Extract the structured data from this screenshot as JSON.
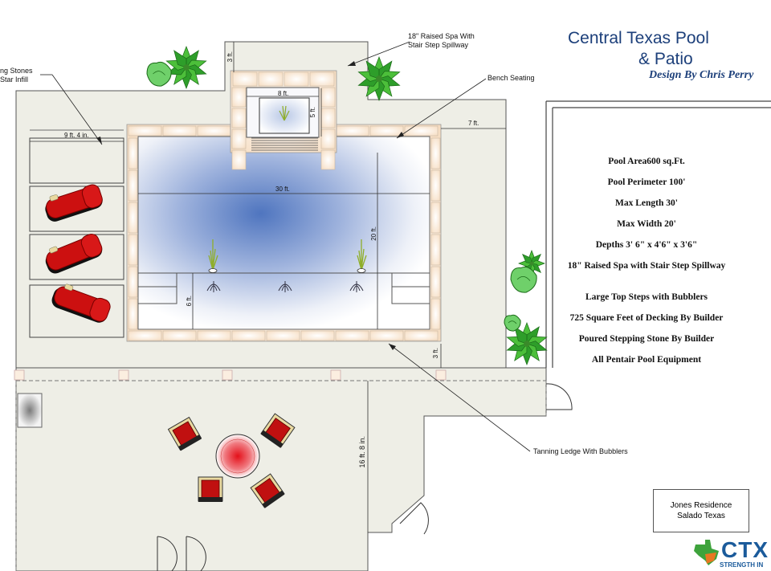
{
  "header": {
    "title_line1": "Central Texas Pool",
    "title_line2": "& Patio",
    "credit": "Design By Chris Perry"
  },
  "callouts": {
    "raised_spa": "18\" Raised Spa With\nStair Step Spillway",
    "bench_seating": "Bench Seating",
    "stepping_stones": "ng Stones\nStar Infill",
    "tanning_ledge": "Tanning Ledge With Bubblers"
  },
  "dimensions": {
    "top_deck": "3 ft.",
    "spa_width": "8 ft.",
    "spa_depth": "5 ft.",
    "stepping_width": "9 ft. 4 in.",
    "side_deck": "7 ft.",
    "pool_length": "30 ft.",
    "pool_width": "20 ft.",
    "ledge": "6 ft.",
    "lower_deck": "3 ft.",
    "patio_depth": "16 ft. 8 in."
  },
  "specs": [
    "Pool Area600 sq.Ft.",
    "Pool Perimeter 100'",
    "Max Length 30'",
    "Max Width 20'",
    "Depths 3' 6\"  x  4'6\"  x 3'6\"",
    "18\" Raised Spa with Stair Step Spillway",
    "Large Top Steps with Bubblers",
    "725 Square Feet of Decking By Builder",
    "Poured Stepping Stone By Builder",
    "All Pentair Pool Equipment"
  ],
  "residence": {
    "line1": "Jones Residence",
    "line2": "Salado Texas"
  },
  "logo": {
    "text": "CTX",
    "tagline": "STRENGTH IN"
  },
  "colors": {
    "deck": "#eeeee6",
    "coping": "#fbeee0",
    "water_center": "#5b7fc4",
    "title": "#1c3f7a",
    "lounger": "#cc1010",
    "plant": "#2e9e2a",
    "logo_blue": "#1b5b9b",
    "logo_green": "#3ea33c",
    "logo_orange": "#e87722"
  }
}
